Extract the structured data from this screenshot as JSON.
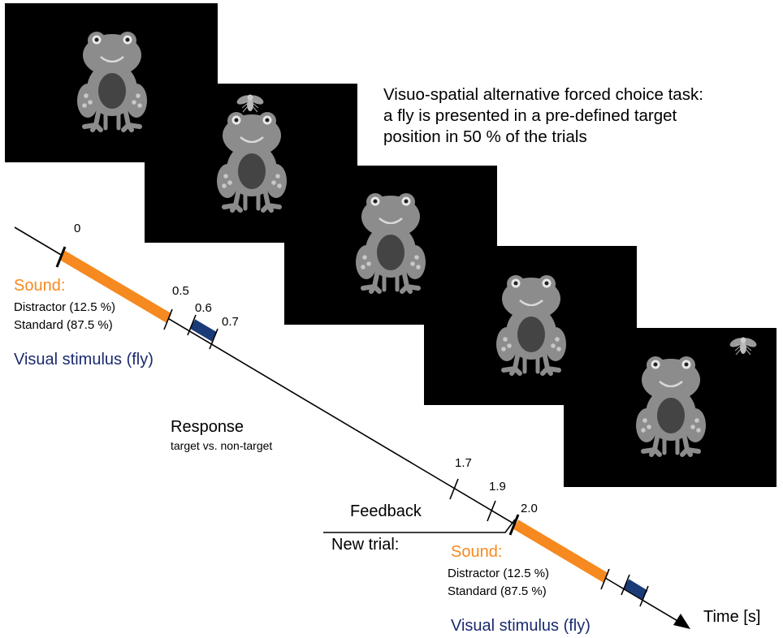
{
  "task_description": {
    "lines": [
      "Visuo-spatial alternative forced choice task:",
      "a fly is presented in a pre-defined target",
      "position in 50 % of the trials"
    ]
  },
  "trial_start": {
    "sound_label": "Sound:",
    "distractor": "Distractor (12.5 %)",
    "standard": "Standard (87.5 %)",
    "visual_label": "Visual stimulus (fly)"
  },
  "response": {
    "label": "Response",
    "sublabel": "target vs. non-target"
  },
  "feedback_label": "Feedback",
  "new_trial": {
    "label": "New trial:",
    "sound_label": "Sound:",
    "distractor": "Distractor (12.5 %)",
    "standard": "Standard (87.5 %)",
    "visual_label": "Visual stimulus (fly)"
  },
  "time_axis_label": "Time [s]",
  "ticks": [
    "0",
    "0.5",
    "0.6",
    "0.7",
    "1.7",
    "1.9",
    "2.0"
  ],
  "colors": {
    "sound": "#f6891f",
    "visual": "#1a3a78",
    "screen": "#000000",
    "frog": "#8a8a8a"
  },
  "icons": [
    "frog-icon",
    "fly-icon",
    "arrow-head-icon"
  ]
}
